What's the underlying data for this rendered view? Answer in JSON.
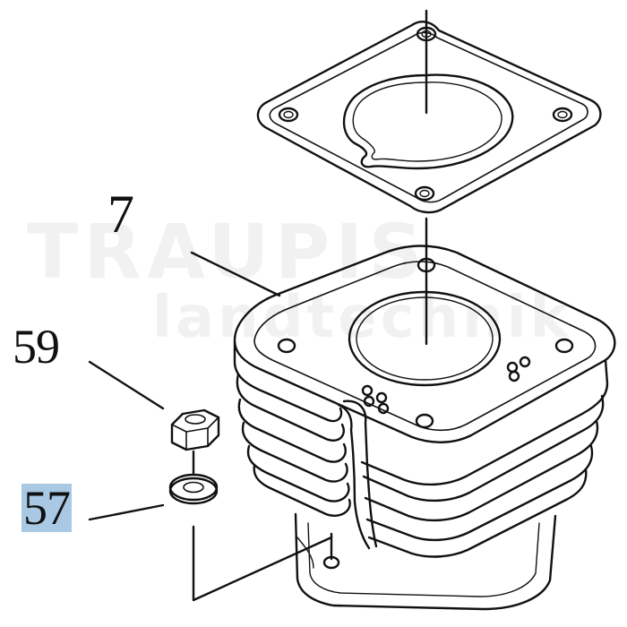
{
  "watermark": {
    "brand": "TRAUPIS",
    "sub": "landtechnik"
  },
  "callouts": [
    {
      "id": "7",
      "label": "7",
      "highlighted": false
    },
    {
      "id": "59",
      "label": "59",
      "highlighted": false
    },
    {
      "id": "57",
      "label": "57",
      "highlighted": true
    }
  ],
  "parts": [
    {
      "callout": "7",
      "description": "cylinder with head gasket"
    },
    {
      "callout": "59",
      "description": "hex nut"
    },
    {
      "callout": "57",
      "description": "washer"
    }
  ],
  "colors": {
    "line": "#111111",
    "highlight": "#a9c8e4",
    "background": "#ffffff"
  }
}
